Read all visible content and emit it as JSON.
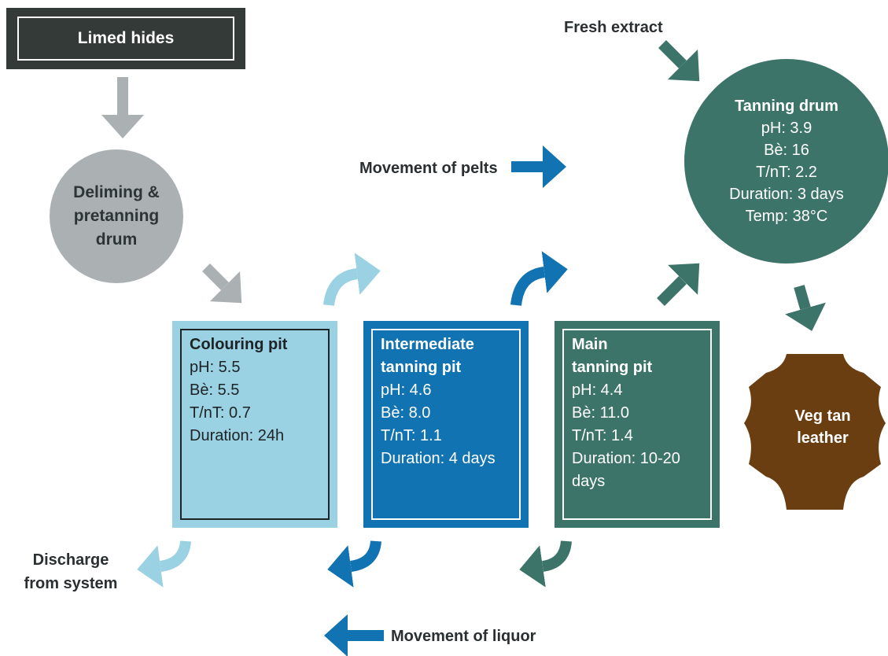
{
  "start_box": {
    "label": "Limed hides"
  },
  "deliming_drum": {
    "line1": "Deliming &",
    "line2": "pretanning",
    "line3": "drum"
  },
  "tanning_drum": {
    "title": "Tanning drum",
    "ph": "pH: 3.9",
    "be": "Bè: 16",
    "tnt": "T/nT: 2.2",
    "duration": "Duration: 3 days",
    "temp": "Temp: 38°C"
  },
  "pits": [
    {
      "title1": "Colouring pit",
      "title2": "",
      "ph": "pH: 5.5",
      "be": "Bè: 5.5",
      "tnt": "T/nT: 0.7",
      "duration": "Duration: 24h"
    },
    {
      "title1": "Intermediate",
      "title2": "tanning pit",
      "ph": "pH: 4.6",
      "be": "Bè: 8.0",
      "tnt": "T/nT: 1.1",
      "duration": "Duration: 4 days"
    },
    {
      "title1": "Main",
      "title2": "tanning pit",
      "ph": "pH: 4.4",
      "be": "Bè: 11.0",
      "tnt": "T/nT: 1.4",
      "duration": "Duration: 10-20 days"
    }
  ],
  "leather": {
    "line1": "Veg tan",
    "line2": "leather"
  },
  "labels": {
    "fresh_extract": "Fresh extract",
    "movement_pelts": "Movement of pelts",
    "movement_liquor": "Movement of liquor",
    "discharge_line1": "Discharge",
    "discharge_line2": "from system"
  },
  "colors": {
    "dark": "#333a38",
    "grey": "#abb0b3",
    "light_blue": "#9ad1e3",
    "blue": "#1273b3",
    "green": "#3d7469",
    "brown": "#6a3e10"
  }
}
